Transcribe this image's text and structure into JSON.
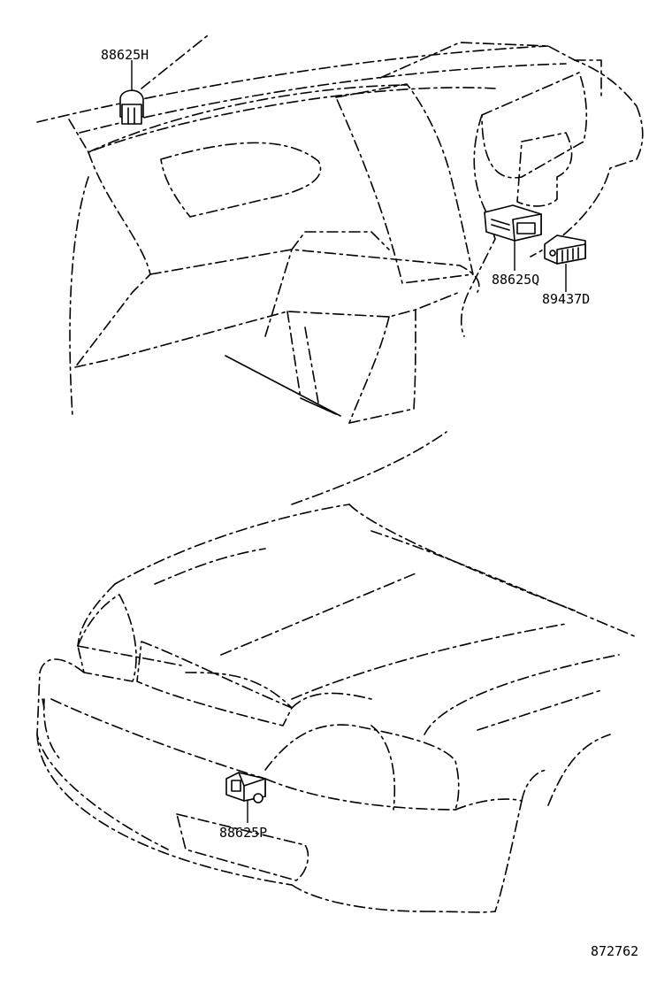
{
  "parts": {
    "p88625H": "88625H",
    "p88625Q": "88625Q",
    "p89437D": "89437D",
    "p88625P": "88625P"
  },
  "illustration_code": "872762"
}
